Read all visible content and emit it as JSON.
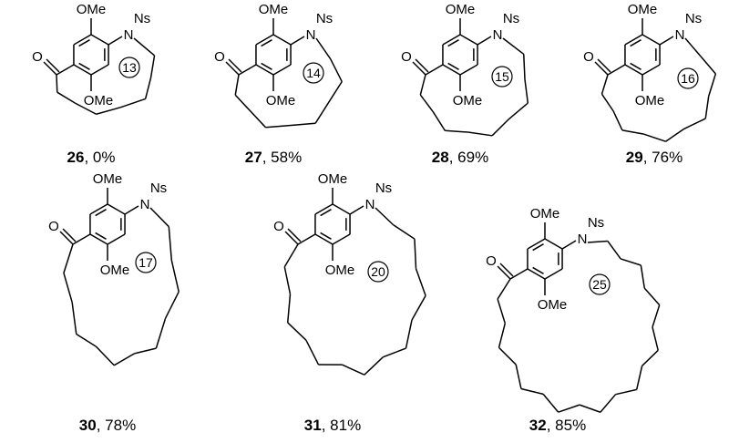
{
  "atom_labels": {
    "methoxy": "OMe",
    "nitrogen": "N",
    "nosyl": "Ns",
    "oxygen": "O"
  },
  "compounds": [
    {
      "number": "26",
      "yield": ", 0%",
      "ring_size": "13",
      "chain_carbons": 7
    },
    {
      "number": "27",
      "yield": ", 58%",
      "ring_size": "14",
      "chain_carbons": 8
    },
    {
      "number": "28",
      "yield": ", 69%",
      "ring_size": "15",
      "chain_carbons": 9
    },
    {
      "number": "29",
      "yield": ", 76%",
      "ring_size": "16",
      "chain_carbons": 10
    },
    {
      "number": "30",
      "yield": ", 78%",
      "ring_size": "17",
      "chain_carbons": 11
    },
    {
      "number": "31",
      "yield": ", 81%",
      "ring_size": "20",
      "chain_carbons": 14
    },
    {
      "number": "32",
      "yield": ", 85%",
      "ring_size": "25",
      "chain_carbons": 19
    }
  ]
}
